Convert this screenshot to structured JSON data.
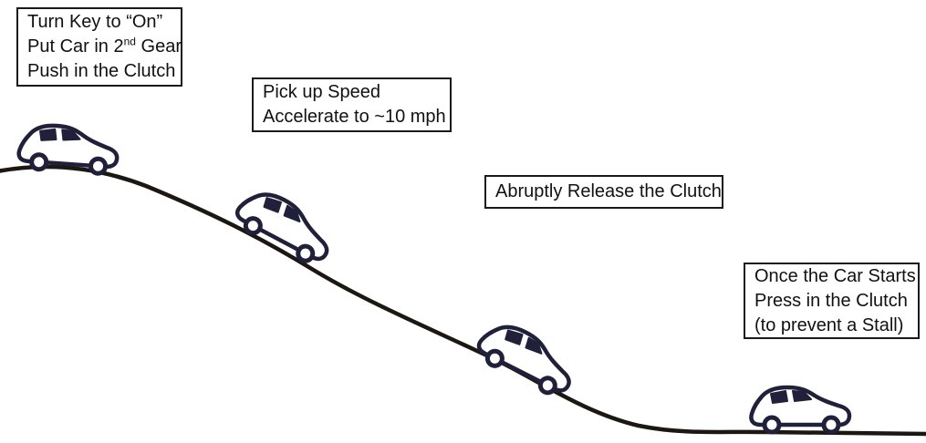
{
  "scene": {
    "background_color": "#ffffff",
    "ink_color": "#20203a",
    "hill_line_color": "#1c1712",
    "text_color": "#111111",
    "box_border_color": "#1a1a1a",
    "description_names": {
      "hill": "downhill-slope-line",
      "car1": "car-at-hilltop",
      "car2": "car-on-upper-slope",
      "car3": "car-on-lower-slope",
      "car4": "car-at-bottom-flat"
    }
  },
  "steps": {
    "step1": {
      "line1": "Turn Key to “On”",
      "line2_pre": "Put Car in 2",
      "line2_sup": "nd",
      "line2_post": " Gear",
      "line3": "Push in the Clutch"
    },
    "step2": {
      "line1": "Pick up Speed",
      "line2": "Accelerate to ~10 mph"
    },
    "step3": {
      "line1": "Abruptly Release the Clutch"
    },
    "step4": {
      "line1": "Once the Car Starts",
      "line2": "Press in the Clutch",
      "line3": "(to prevent a Stall)"
    }
  }
}
